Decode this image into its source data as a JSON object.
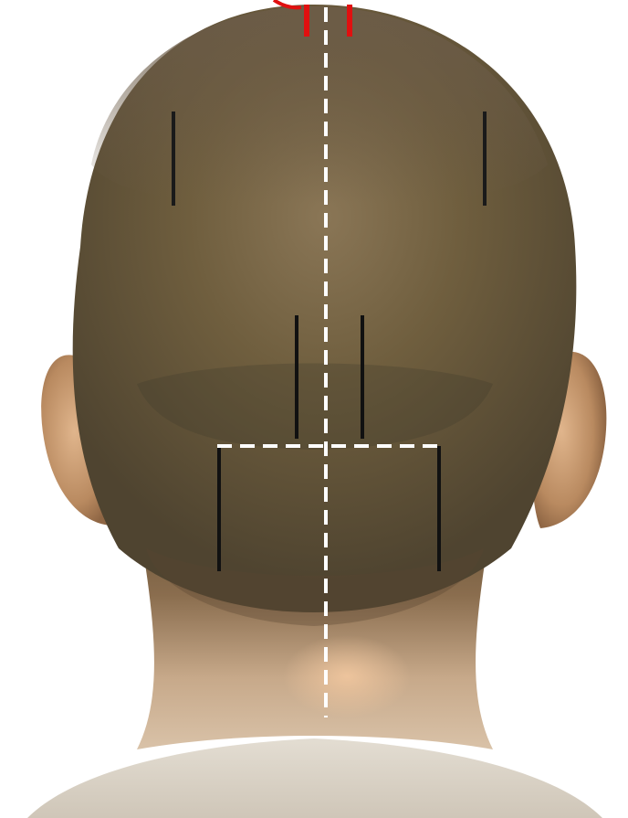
{
  "diagram": {
    "subject": "head-posterior-view",
    "markers": [
      {
        "id": "upper-left-line",
        "style": "solid",
        "color": "#1a1a1a"
      },
      {
        "id": "upper-right-line",
        "style": "solid",
        "color": "#1a1a1a"
      },
      {
        "id": "mid-left-line",
        "style": "solid",
        "color": "#1a1a1a"
      },
      {
        "id": "mid-right-line",
        "style": "solid",
        "color": "#1a1a1a"
      },
      {
        "id": "lower-left-line",
        "style": "solid",
        "color": "#1a1a1a"
      },
      {
        "id": "lower-right-line",
        "style": "solid",
        "color": "#1a1a1a"
      },
      {
        "id": "midline",
        "style": "dashed",
        "color": "#ffffff"
      },
      {
        "id": "horizontal-line",
        "style": "dashed",
        "color": "#ffffff"
      },
      {
        "id": "vertex-marks",
        "style": "solid",
        "color": "#e01010"
      }
    ],
    "colors": {
      "skin": "#8a6a42",
      "hair": "#6e5a44",
      "ear": "#c99a70",
      "neck": "#c4a888",
      "shoulders": "#d8d2c6"
    }
  }
}
